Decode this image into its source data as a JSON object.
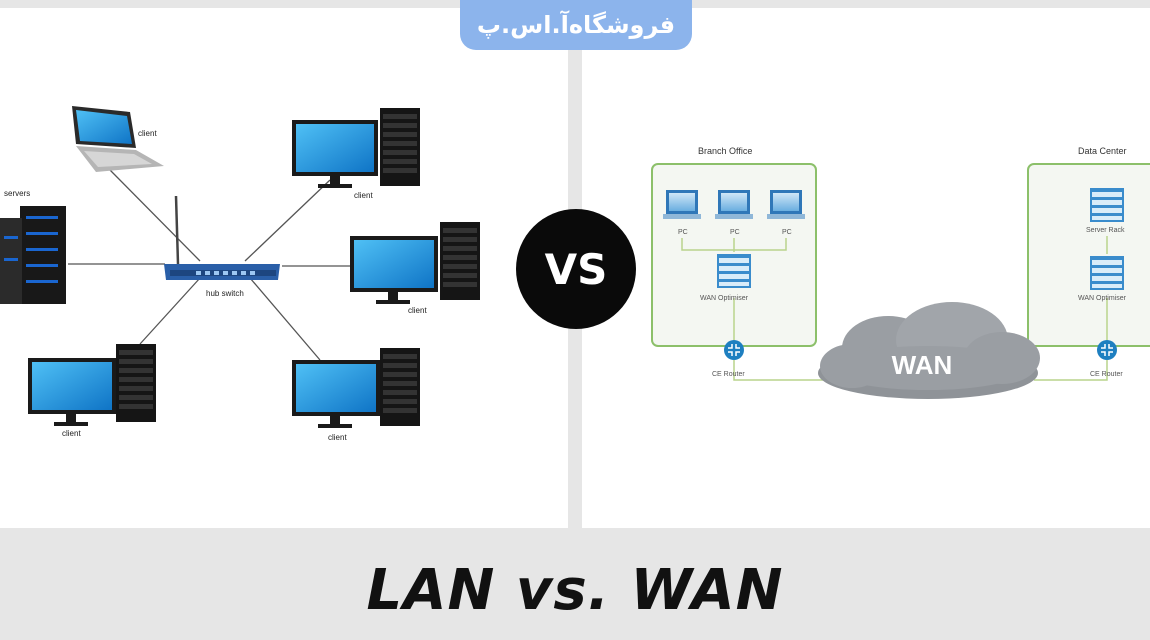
{
  "watermark": {
    "text": "فروشگاه‌آ.اس.پ"
  },
  "vs_badge": {
    "text": "VS"
  },
  "footer": {
    "title": "LAN vs. WAN"
  },
  "lan": {
    "servers_label": "servers",
    "hub_label": "hub switch",
    "laptop_label": "client",
    "client_top_right_label": "client",
    "client_right_label": "client",
    "client_bottom_left_label": "client",
    "client_bottom_right_label": "client"
  },
  "wan": {
    "branch_title": "Branch Office",
    "datacenter_title": "Data Center",
    "pc_label_1": "PC",
    "pc_label_2": "PC",
    "pc_label_3": "PC",
    "wan_optimiser_left": "WAN Optimiser",
    "ce_router_left": "CE Router",
    "server_rack": "Server Rack",
    "wan_optimiser_right": "WAN Optimiser",
    "ce_router_right": "CE Router",
    "cloud_label": "WAN"
  },
  "colors": {
    "monitor_blue": "#1a8fd6",
    "hub_blue": "#2a5fa8",
    "box_green": "#8cc06a",
    "router_blue": "#1e7fc0",
    "cloud_gray": "#9a9ea3"
  }
}
